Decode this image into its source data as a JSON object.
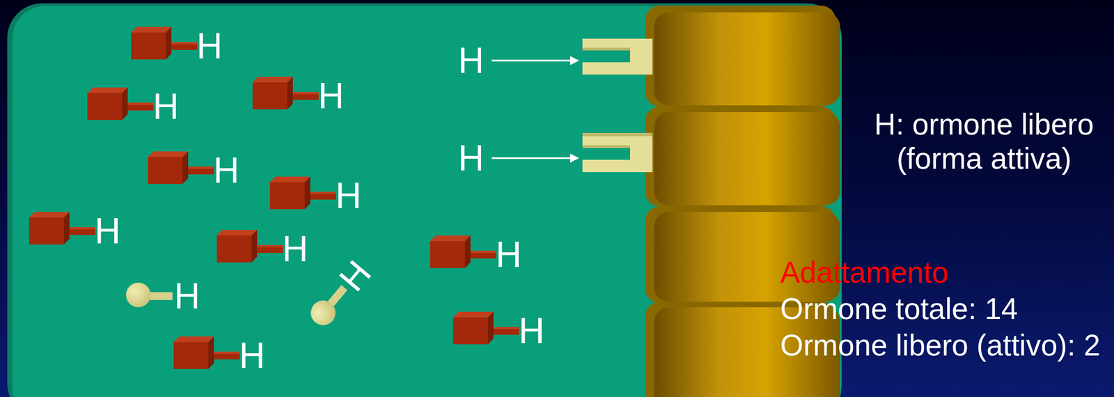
{
  "diagram": {
    "labels": [
      "H",
      "H",
      "H",
      "H",
      "H",
      "H",
      "H",
      "H",
      "H",
      "H",
      "H",
      "H",
      "H",
      "H",
      "H: ormone libero (forma attiva)",
      "Adattamento",
      "Ormone totale: 14",
      "Ormone libero (attivo): 2"
    ]
  }
}
